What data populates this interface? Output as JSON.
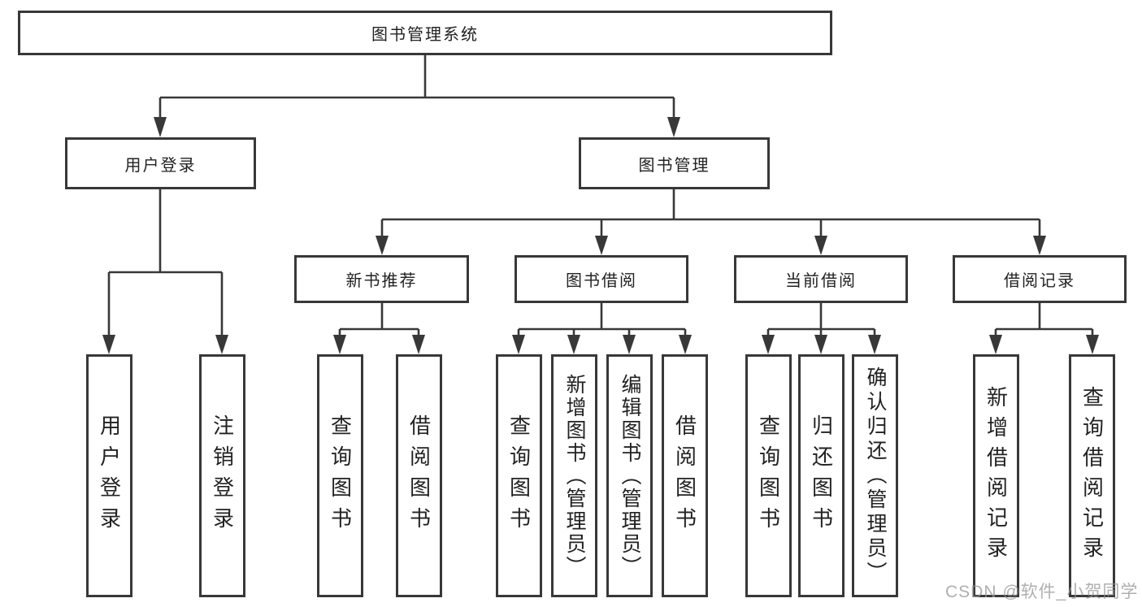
{
  "tree": {
    "label": "图书管理系统",
    "children": [
      {
        "label": "用户登录",
        "children": [
          {
            "label": "用户登录"
          },
          {
            "label": "注销登录"
          }
        ]
      },
      {
        "label": "图书管理",
        "children": [
          {
            "label": "新书推荐",
            "children": [
              {
                "label": "查询图书"
              },
              {
                "label": "借阅图书"
              }
            ]
          },
          {
            "label": "图书借阅",
            "children": [
              {
                "label": "查询图书"
              },
              {
                "label": "新增图书（管理员）"
              },
              {
                "label": "编辑图书（管理员）"
              },
              {
                "label": "借阅图书"
              }
            ]
          },
          {
            "label": "当前借阅",
            "children": [
              {
                "label": "查询图书"
              },
              {
                "label": "归还图书"
              },
              {
                "label": "确认归还（管理员）"
              }
            ]
          },
          {
            "label": "借阅记录",
            "children": [
              {
                "label": "新增借阅记录"
              },
              {
                "label": "查询借阅记录"
              }
            ]
          }
        ]
      }
    ]
  },
  "watermark": {
    "text": "CSDN @软件_小贺同学"
  },
  "colors": {
    "line": "#383838",
    "box_border": "#383838",
    "text": "#222222",
    "watermark": "#bfbfbf",
    "background": "#ffffff"
  }
}
